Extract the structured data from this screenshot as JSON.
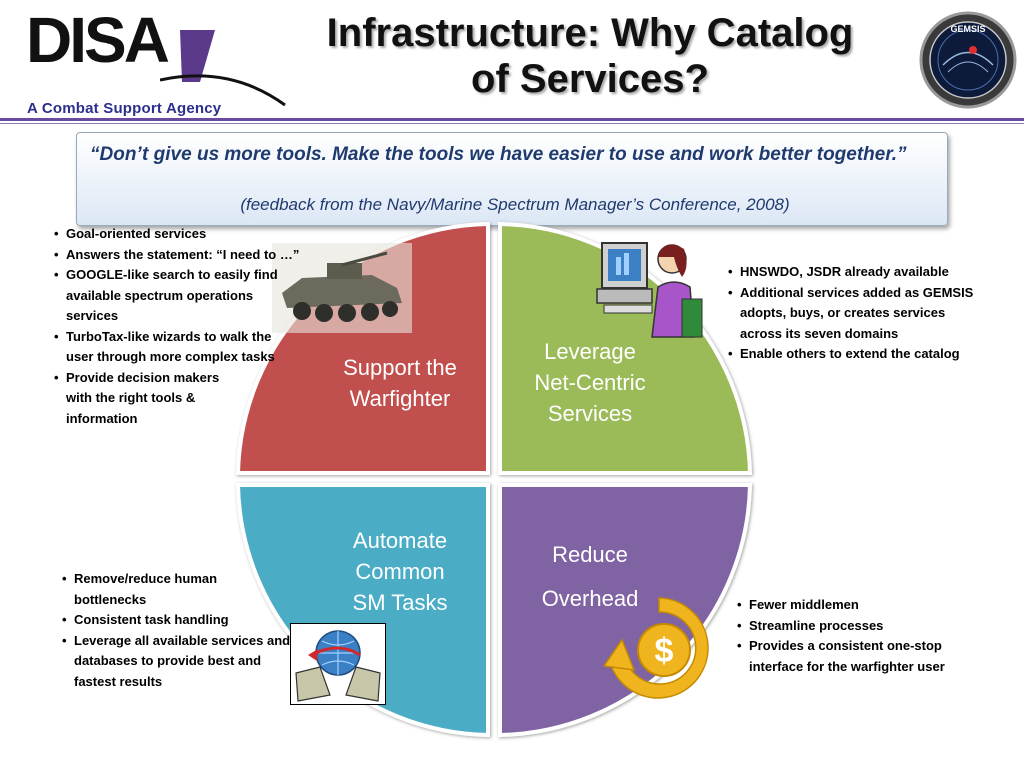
{
  "header": {
    "logo": "DISA",
    "tagline": "A Combat Support Agency",
    "title_line1": "Infrastructure: Why Catalog",
    "title_line2": "of Services?",
    "seal_text": "GEMSIS"
  },
  "quote": {
    "text": "“Don’t give us more tools.  Make the tools we have easier to use and work better together.”",
    "attribution": "(feedback from the Navy/Marine Spectrum Manager’s Conference, 2008)"
  },
  "quadrants": {
    "top_left": {
      "label_line1": "Support the",
      "label_line2": "Warfighter",
      "color": "#c0504d"
    },
    "top_right": {
      "label_line1": "Leverage",
      "label_line2": "Net-Centric",
      "label_line3": "Services",
      "color": "#9bbb59"
    },
    "bottom_left": {
      "label_line1": "Automate",
      "label_line2": "Common",
      "label_line3": "SM Tasks",
      "color": "#4bacc6"
    },
    "bottom_right": {
      "label_line1": "Reduce",
      "label_line2": "Overhead",
      "color": "#8064a2"
    }
  },
  "bullets": {
    "top_left": [
      "Goal-oriented services",
      "Answers the statement: “I need to …”",
      "GOOGLE-like search to easily find available spectrum operations services",
      "TurboTax-like wizards to walk the user through more complex tasks",
      "Provide decision makers with the right tools & information"
    ],
    "top_right": [
      "HNSWDO, JSDR already available",
      "Additional services added as GEMSIS   adopts, buys, or creates services across its seven domains",
      "Enable others to extend the catalog"
    ],
    "bottom_left": [
      "Remove/reduce human bottlenecks",
      "Consistent task handling",
      "Leverage all available services and databases to provide best and fastest results"
    ],
    "bottom_right": [
      "Fewer middlemen",
      "Streamline processes",
      "Provides a consistent one-stop interface for the warfighter user"
    ]
  },
  "icons": [
    "armored-vehicle-icon",
    "computer-user-icon",
    "data-exchange-icon",
    "dollar-icon"
  ]
}
